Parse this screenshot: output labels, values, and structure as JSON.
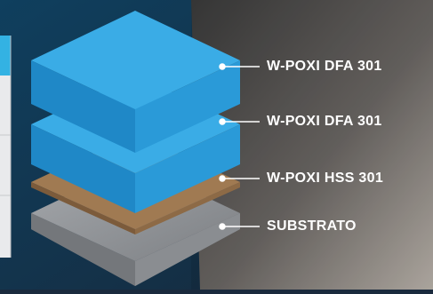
{
  "layers": [
    {
      "label": "W-POXI DFA 301"
    },
    {
      "label": "W-POXI DFA 301"
    },
    {
      "label": "W-POXI HSS 301"
    },
    {
      "label": "SUBSTRATO"
    }
  ],
  "colors": {
    "coat_top": "#3aace6",
    "coat_left": "#1f88c7",
    "coat_right": "#2a9ad8",
    "primer": "#9a7550",
    "substrate": "#8c8f93",
    "callout": "#ffffff"
  }
}
